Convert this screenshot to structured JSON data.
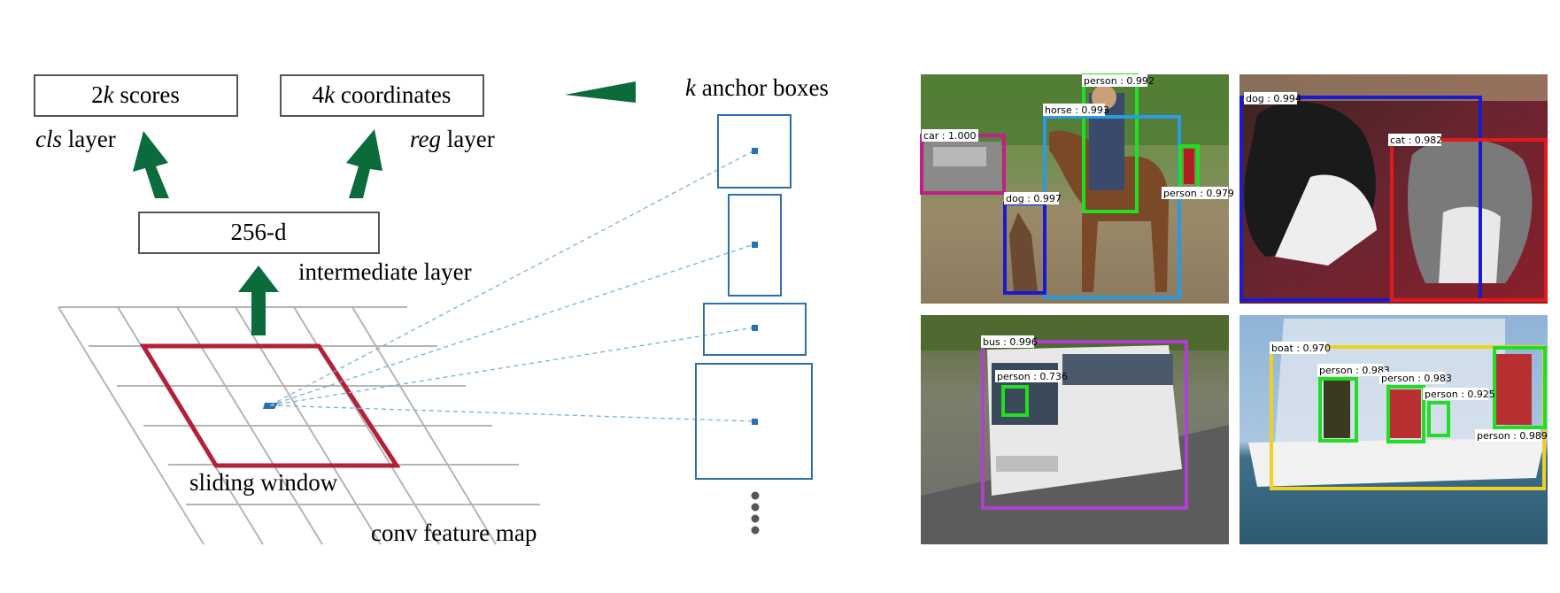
{
  "diagram": {
    "scores_box": {
      "pre": "2",
      "k": "k",
      "post": " scores"
    },
    "coords_box": {
      "pre": "4",
      "k": "k",
      "post": " coordinates"
    },
    "cls_layer": {
      "italic": "cls",
      "rest": " layer"
    },
    "reg_layer": {
      "italic": "reg",
      "rest": " layer"
    },
    "intermediate_box": "256-d",
    "intermediate_label": "intermediate layer",
    "anchor_title": {
      "k": "k",
      "rest": " anchor boxes"
    },
    "sliding_window_label": "sliding window",
    "feature_map_label": "conv feature map",
    "colors": {
      "arrow": "#0b6b3a",
      "window": "#b3203a",
      "anchor": "#2a6fb0",
      "grid": "#b5b5b5"
    }
  },
  "examples": [
    {
      "scene": "horse-field",
      "detections": [
        {
          "label": "person : 0.992",
          "color": "#22dd22"
        },
        {
          "label": "horse : 0.993",
          "color": "#2a9be0"
        },
        {
          "label": "car : 1.000",
          "color": "#c0208a"
        },
        {
          "label": "dog : 0.997",
          "color": "#1a1ad0"
        },
        {
          "label": "person : 0.979",
          "color": "#22dd22"
        }
      ]
    },
    {
      "scene": "dog-cat",
      "detections": [
        {
          "label": "dog : 0.994",
          "color": "#1a1ad0"
        },
        {
          "label": "cat : 0.982",
          "color": "#e01a1a"
        }
      ]
    },
    {
      "scene": "bus-road",
      "detections": [
        {
          "label": "bus : 0.996",
          "color": "#b040d0"
        },
        {
          "label": "person : 0.736",
          "color": "#22dd22"
        }
      ]
    },
    {
      "scene": "sailboat",
      "detections": [
        {
          "label": "boat : 0.970",
          "color": "#f0d020"
        },
        {
          "label": "person : 0.983",
          "color": "#22dd22"
        },
        {
          "label": "person : 0.983",
          "color": "#22dd22"
        },
        {
          "label": "person : 0.925",
          "color": "#22dd22"
        },
        {
          "label": "person : 0.989",
          "color": "#22dd22"
        }
      ]
    }
  ]
}
